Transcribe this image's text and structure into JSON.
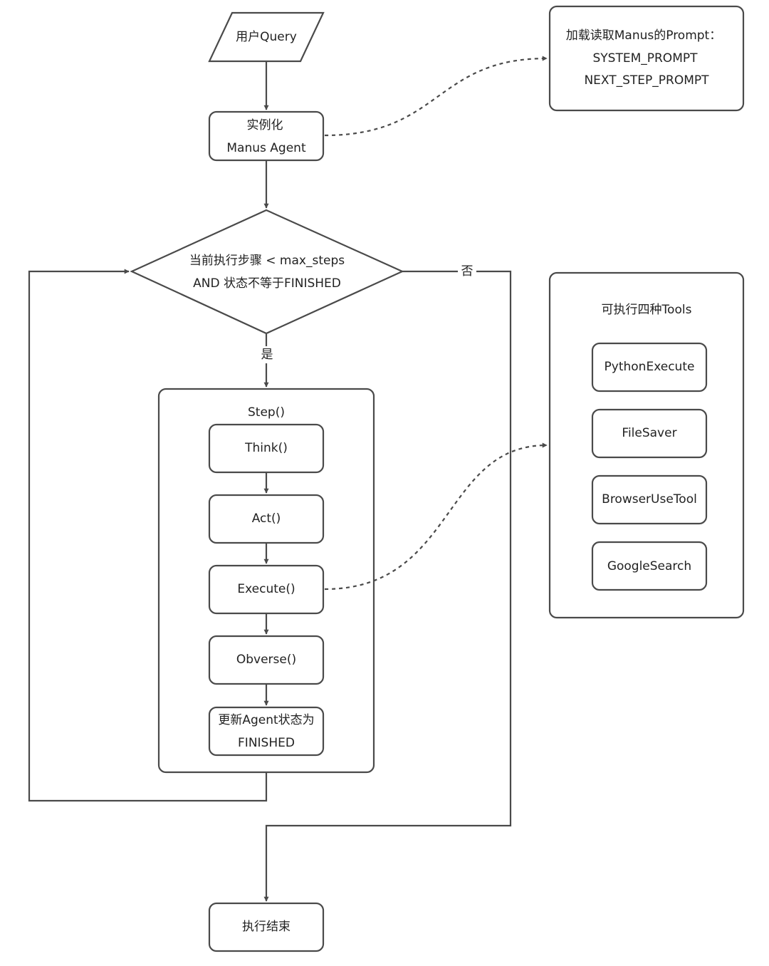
{
  "nodes": {
    "user_query": "用户Query",
    "instantiate": [
      "实例化",
      "Manus Agent"
    ],
    "load_prompt": [
      "加载读取Manus的Prompt：",
      "SYSTEM_PROMPT",
      "NEXT_STEP_PROMPT"
    ],
    "condition": [
      "当前执行步骤 < max_steps",
      "AND 状态不等于FINISHED"
    ],
    "step_container": "Step()",
    "think": "Think()",
    "act": "Act()",
    "execute": "Execute()",
    "observe": "Obverse()",
    "update_state": [
      "更新Agent状态为",
      "FINISHED"
    ],
    "end": "执行结束",
    "tools_container": "可执行四种Tools",
    "tools": [
      "PythonExecute",
      "FileSaver",
      "BrowserUseTool",
      "GoogleSearch"
    ]
  },
  "edges": {
    "yes": "是",
    "no": "否"
  },
  "colors": {
    "stroke": "#4a4a4a",
    "text": "#222222",
    "background": "#ffffff"
  }
}
